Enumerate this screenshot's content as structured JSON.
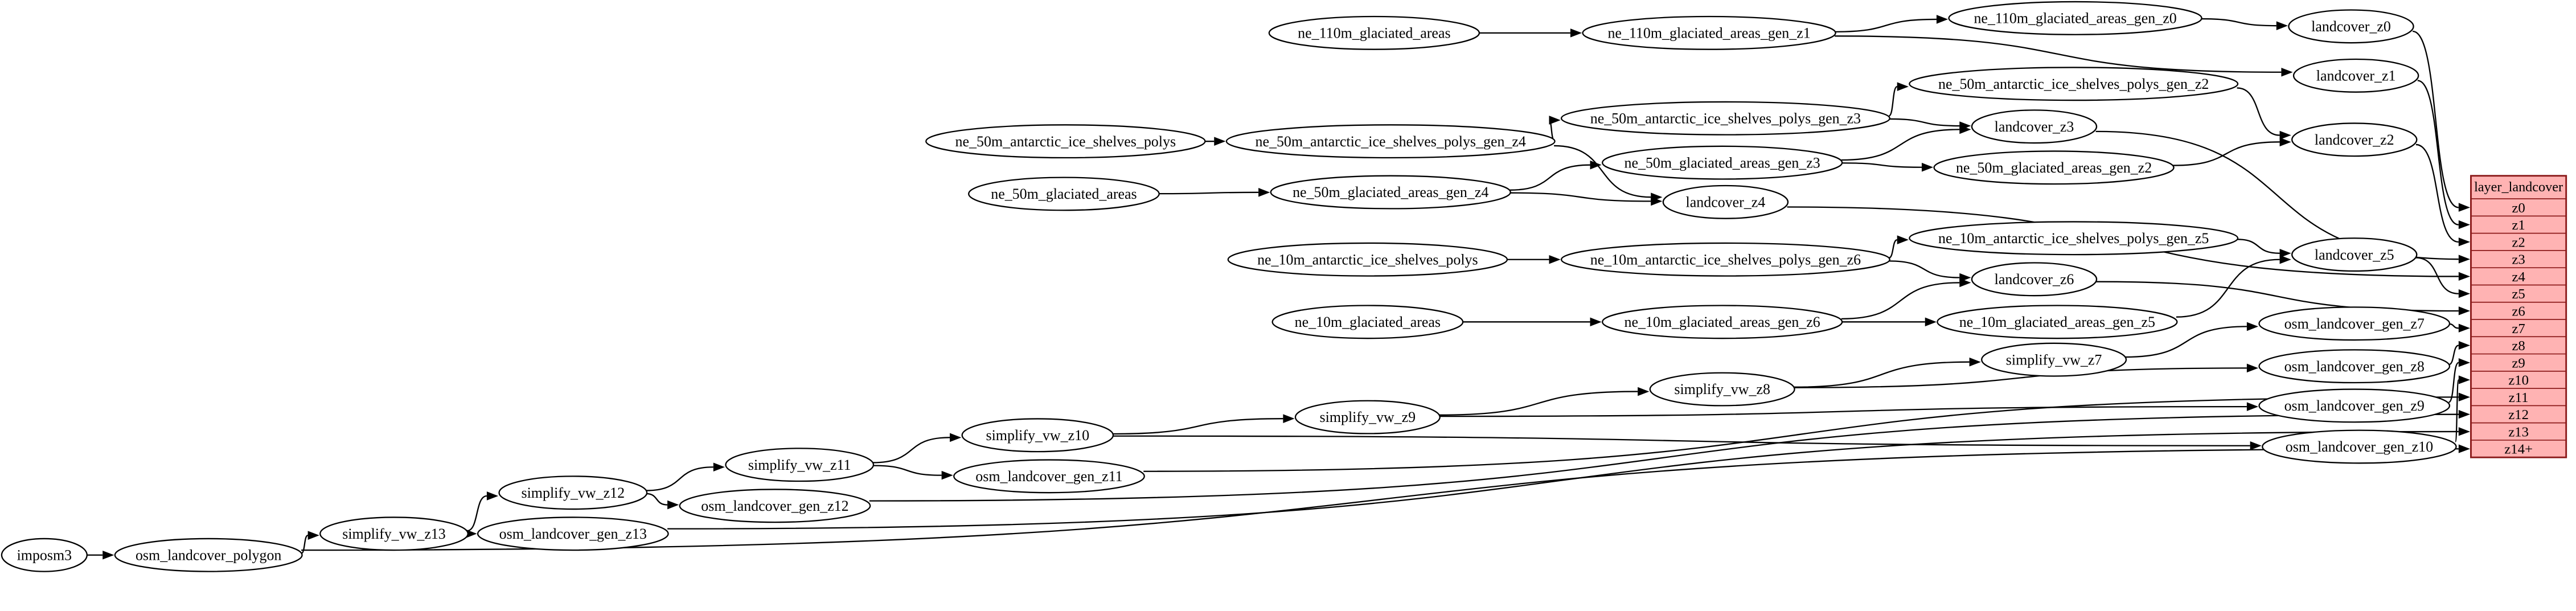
{
  "table": {
    "title": "layer_landcover",
    "rows": [
      "z0",
      "z1",
      "z2",
      "z3",
      "z4",
      "z5",
      "z6",
      "z7",
      "z8",
      "z9",
      "z10",
      "z11",
      "z12",
      "z13",
      "z14+"
    ]
  },
  "nodes": [
    {
      "id": "imposm3",
      "label": "imposm3"
    },
    {
      "id": "osm_landcover_polygon",
      "label": "osm_landcover_polygon"
    },
    {
      "id": "simplify_vw_z13",
      "label": "simplify_vw_z13"
    },
    {
      "id": "osm_landcover_gen_z13",
      "label": "osm_landcover_gen_z13"
    },
    {
      "id": "simplify_vw_z12",
      "label": "simplify_vw_z12"
    },
    {
      "id": "osm_landcover_gen_z12",
      "label": "osm_landcover_gen_z12"
    },
    {
      "id": "simplify_vw_z11",
      "label": "simplify_vw_z11"
    },
    {
      "id": "osm_landcover_gen_z11",
      "label": "osm_landcover_gen_z11"
    },
    {
      "id": "simplify_vw_z10",
      "label": "simplify_vw_z10"
    },
    {
      "id": "osm_landcover_gen_z10",
      "label": "osm_landcover_gen_z10"
    },
    {
      "id": "simplify_vw_z9",
      "label": "simplify_vw_z9"
    },
    {
      "id": "osm_landcover_gen_z9",
      "label": "osm_landcover_gen_z9"
    },
    {
      "id": "simplify_vw_z8",
      "label": "simplify_vw_z8"
    },
    {
      "id": "osm_landcover_gen_z8",
      "label": "osm_landcover_gen_z8"
    },
    {
      "id": "simplify_vw_z7",
      "label": "simplify_vw_z7"
    },
    {
      "id": "osm_landcover_gen_z7",
      "label": "osm_landcover_gen_z7"
    },
    {
      "id": "ne_110m_glaciated_areas",
      "label": "ne_110m_glaciated_areas"
    },
    {
      "id": "ne_110m_glaciated_areas_gen_z1",
      "label": "ne_110m_glaciated_areas_gen_z1"
    },
    {
      "id": "ne_110m_glaciated_areas_gen_z0",
      "label": "ne_110m_glaciated_areas_gen_z0"
    },
    {
      "id": "ne_50m_antarctic_ice_shelves_polys",
      "label": "ne_50m_antarctic_ice_shelves_polys"
    },
    {
      "id": "ne_50m_antarctic_ice_shelves_polys_gen_z4",
      "label": "ne_50m_antarctic_ice_shelves_polys_gen_z4"
    },
    {
      "id": "ne_50m_antarctic_ice_shelves_polys_gen_z3",
      "label": "ne_50m_antarctic_ice_shelves_polys_gen_z3"
    },
    {
      "id": "ne_50m_antarctic_ice_shelves_polys_gen_z2",
      "label": "ne_50m_antarctic_ice_shelves_polys_gen_z2"
    },
    {
      "id": "ne_50m_glaciated_areas",
      "label": "ne_50m_glaciated_areas"
    },
    {
      "id": "ne_50m_glaciated_areas_gen_z4",
      "label": "ne_50m_glaciated_areas_gen_z4"
    },
    {
      "id": "ne_50m_glaciated_areas_gen_z3",
      "label": "ne_50m_glaciated_areas_gen_z3"
    },
    {
      "id": "ne_50m_glaciated_areas_gen_z2",
      "label": "ne_50m_glaciated_areas_gen_z2"
    },
    {
      "id": "ne_10m_antarctic_ice_shelves_polys",
      "label": "ne_10m_antarctic_ice_shelves_polys"
    },
    {
      "id": "ne_10m_antarctic_ice_shelves_polys_gen_z6",
      "label": "ne_10m_antarctic_ice_shelves_polys_gen_z6"
    },
    {
      "id": "ne_10m_antarctic_ice_shelves_polys_gen_z5",
      "label": "ne_10m_antarctic_ice_shelves_polys_gen_z5"
    },
    {
      "id": "ne_10m_glaciated_areas",
      "label": "ne_10m_glaciated_areas"
    },
    {
      "id": "ne_10m_glaciated_areas_gen_z6",
      "label": "ne_10m_glaciated_areas_gen_z6"
    },
    {
      "id": "ne_10m_glaciated_areas_gen_z5",
      "label": "ne_10m_glaciated_areas_gen_z5"
    },
    {
      "id": "landcover_z0",
      "label": "landcover_z0"
    },
    {
      "id": "landcover_z1",
      "label": "landcover_z1"
    },
    {
      "id": "landcover_z2",
      "label": "landcover_z2"
    },
    {
      "id": "landcover_z3",
      "label": "landcover_z3"
    },
    {
      "id": "landcover_z4",
      "label": "landcover_z4"
    },
    {
      "id": "landcover_z5",
      "label": "landcover_z5"
    },
    {
      "id": "landcover_z6",
      "label": "landcover_z6"
    }
  ],
  "edges": [
    [
      "ne_110m_glaciated_areas",
      "ne_110m_glaciated_areas_gen_z1"
    ],
    [
      "ne_110m_glaciated_areas_gen_z1",
      "ne_110m_glaciated_areas_gen_z0"
    ],
    [
      "ne_110m_glaciated_areas_gen_z1",
      "landcover_z1"
    ],
    [
      "ne_110m_glaciated_areas_gen_z0",
      "landcover_z0"
    ],
    [
      "ne_50m_antarctic_ice_shelves_polys",
      "ne_50m_antarctic_ice_shelves_polys_gen_z4"
    ],
    [
      "ne_50m_antarctic_ice_shelves_polys_gen_z4",
      "ne_50m_antarctic_ice_shelves_polys_gen_z3"
    ],
    [
      "ne_50m_antarctic_ice_shelves_polys_gen_z4",
      "landcover_z4"
    ],
    [
      "ne_50m_antarctic_ice_shelves_polys_gen_z3",
      "ne_50m_antarctic_ice_shelves_polys_gen_z2"
    ],
    [
      "ne_50m_antarctic_ice_shelves_polys_gen_z3",
      "landcover_z3"
    ],
    [
      "ne_50m_antarctic_ice_shelves_polys_gen_z2",
      "landcover_z2"
    ],
    [
      "ne_50m_glaciated_areas",
      "ne_50m_glaciated_areas_gen_z4"
    ],
    [
      "ne_50m_glaciated_areas_gen_z4",
      "ne_50m_glaciated_areas_gen_z3"
    ],
    [
      "ne_50m_glaciated_areas_gen_z4",
      "landcover_z4"
    ],
    [
      "ne_50m_glaciated_areas_gen_z3",
      "ne_50m_glaciated_areas_gen_z2"
    ],
    [
      "ne_50m_glaciated_areas_gen_z3",
      "landcover_z3"
    ],
    [
      "ne_50m_glaciated_areas_gen_z2",
      "landcover_z2"
    ],
    [
      "ne_10m_antarctic_ice_shelves_polys",
      "ne_10m_antarctic_ice_shelves_polys_gen_z6"
    ],
    [
      "ne_10m_antarctic_ice_shelves_polys_gen_z6",
      "ne_10m_antarctic_ice_shelves_polys_gen_z5"
    ],
    [
      "ne_10m_antarctic_ice_shelves_polys_gen_z6",
      "landcover_z6"
    ],
    [
      "ne_10m_antarctic_ice_shelves_polys_gen_z5",
      "landcover_z5"
    ],
    [
      "ne_10m_glaciated_areas",
      "ne_10m_glaciated_areas_gen_z6"
    ],
    [
      "ne_10m_glaciated_areas_gen_z6",
      "ne_10m_glaciated_areas_gen_z5"
    ],
    [
      "ne_10m_glaciated_areas_gen_z6",
      "landcover_z6"
    ],
    [
      "ne_10m_glaciated_areas_gen_z5",
      "landcover_z5"
    ],
    [
      "imposm3",
      "osm_landcover_polygon"
    ],
    [
      "osm_landcover_polygon",
      "simplify_vw_z13"
    ],
    [
      "simplify_vw_z13",
      "osm_landcover_gen_z13"
    ],
    [
      "simplify_vw_z13",
      "simplify_vw_z12"
    ],
    [
      "simplify_vw_z12",
      "osm_landcover_gen_z12"
    ],
    [
      "simplify_vw_z12",
      "simplify_vw_z11"
    ],
    [
      "simplify_vw_z11",
      "osm_landcover_gen_z11"
    ],
    [
      "simplify_vw_z11",
      "simplify_vw_z10"
    ],
    [
      "simplify_vw_z10",
      "osm_landcover_gen_z10"
    ],
    [
      "simplify_vw_z10",
      "simplify_vw_z9"
    ],
    [
      "simplify_vw_z9",
      "osm_landcover_gen_z9"
    ],
    [
      "simplify_vw_z9",
      "simplify_vw_z8"
    ],
    [
      "simplify_vw_z8",
      "osm_landcover_gen_z8"
    ],
    [
      "simplify_vw_z8",
      "simplify_vw_z7"
    ],
    [
      "simplify_vw_z7",
      "osm_landcover_gen_z7"
    ],
    [
      "landcover_z0",
      "layer:z0"
    ],
    [
      "landcover_z1",
      "layer:z1"
    ],
    [
      "landcover_z2",
      "layer:z2"
    ],
    [
      "landcover_z3",
      "layer:z3"
    ],
    [
      "landcover_z4",
      "layer:z4"
    ],
    [
      "landcover_z5",
      "layer:z5"
    ],
    [
      "landcover_z6",
      "layer:z6"
    ],
    [
      "osm_landcover_gen_z7",
      "layer:z7"
    ],
    [
      "osm_landcover_gen_z8",
      "layer:z8"
    ],
    [
      "osm_landcover_gen_z9",
      "layer:z9"
    ],
    [
      "osm_landcover_gen_z10",
      "layer:z10"
    ],
    [
      "osm_landcover_gen_z11",
      "layer:z11"
    ],
    [
      "osm_landcover_gen_z12",
      "layer:z12"
    ],
    [
      "osm_landcover_gen_z13",
      "layer:z13"
    ],
    [
      "osm_landcover_polygon",
      "layer:z14+"
    ]
  ],
  "colors": {
    "background": "#ffffff",
    "edge_color": "#000000",
    "node_fill": "#ffffff",
    "node_stroke": "#000000",
    "text_color": "#000000",
    "table_fill": "#ffb3b3",
    "table_stroke": "#8b1a1a"
  }
}
